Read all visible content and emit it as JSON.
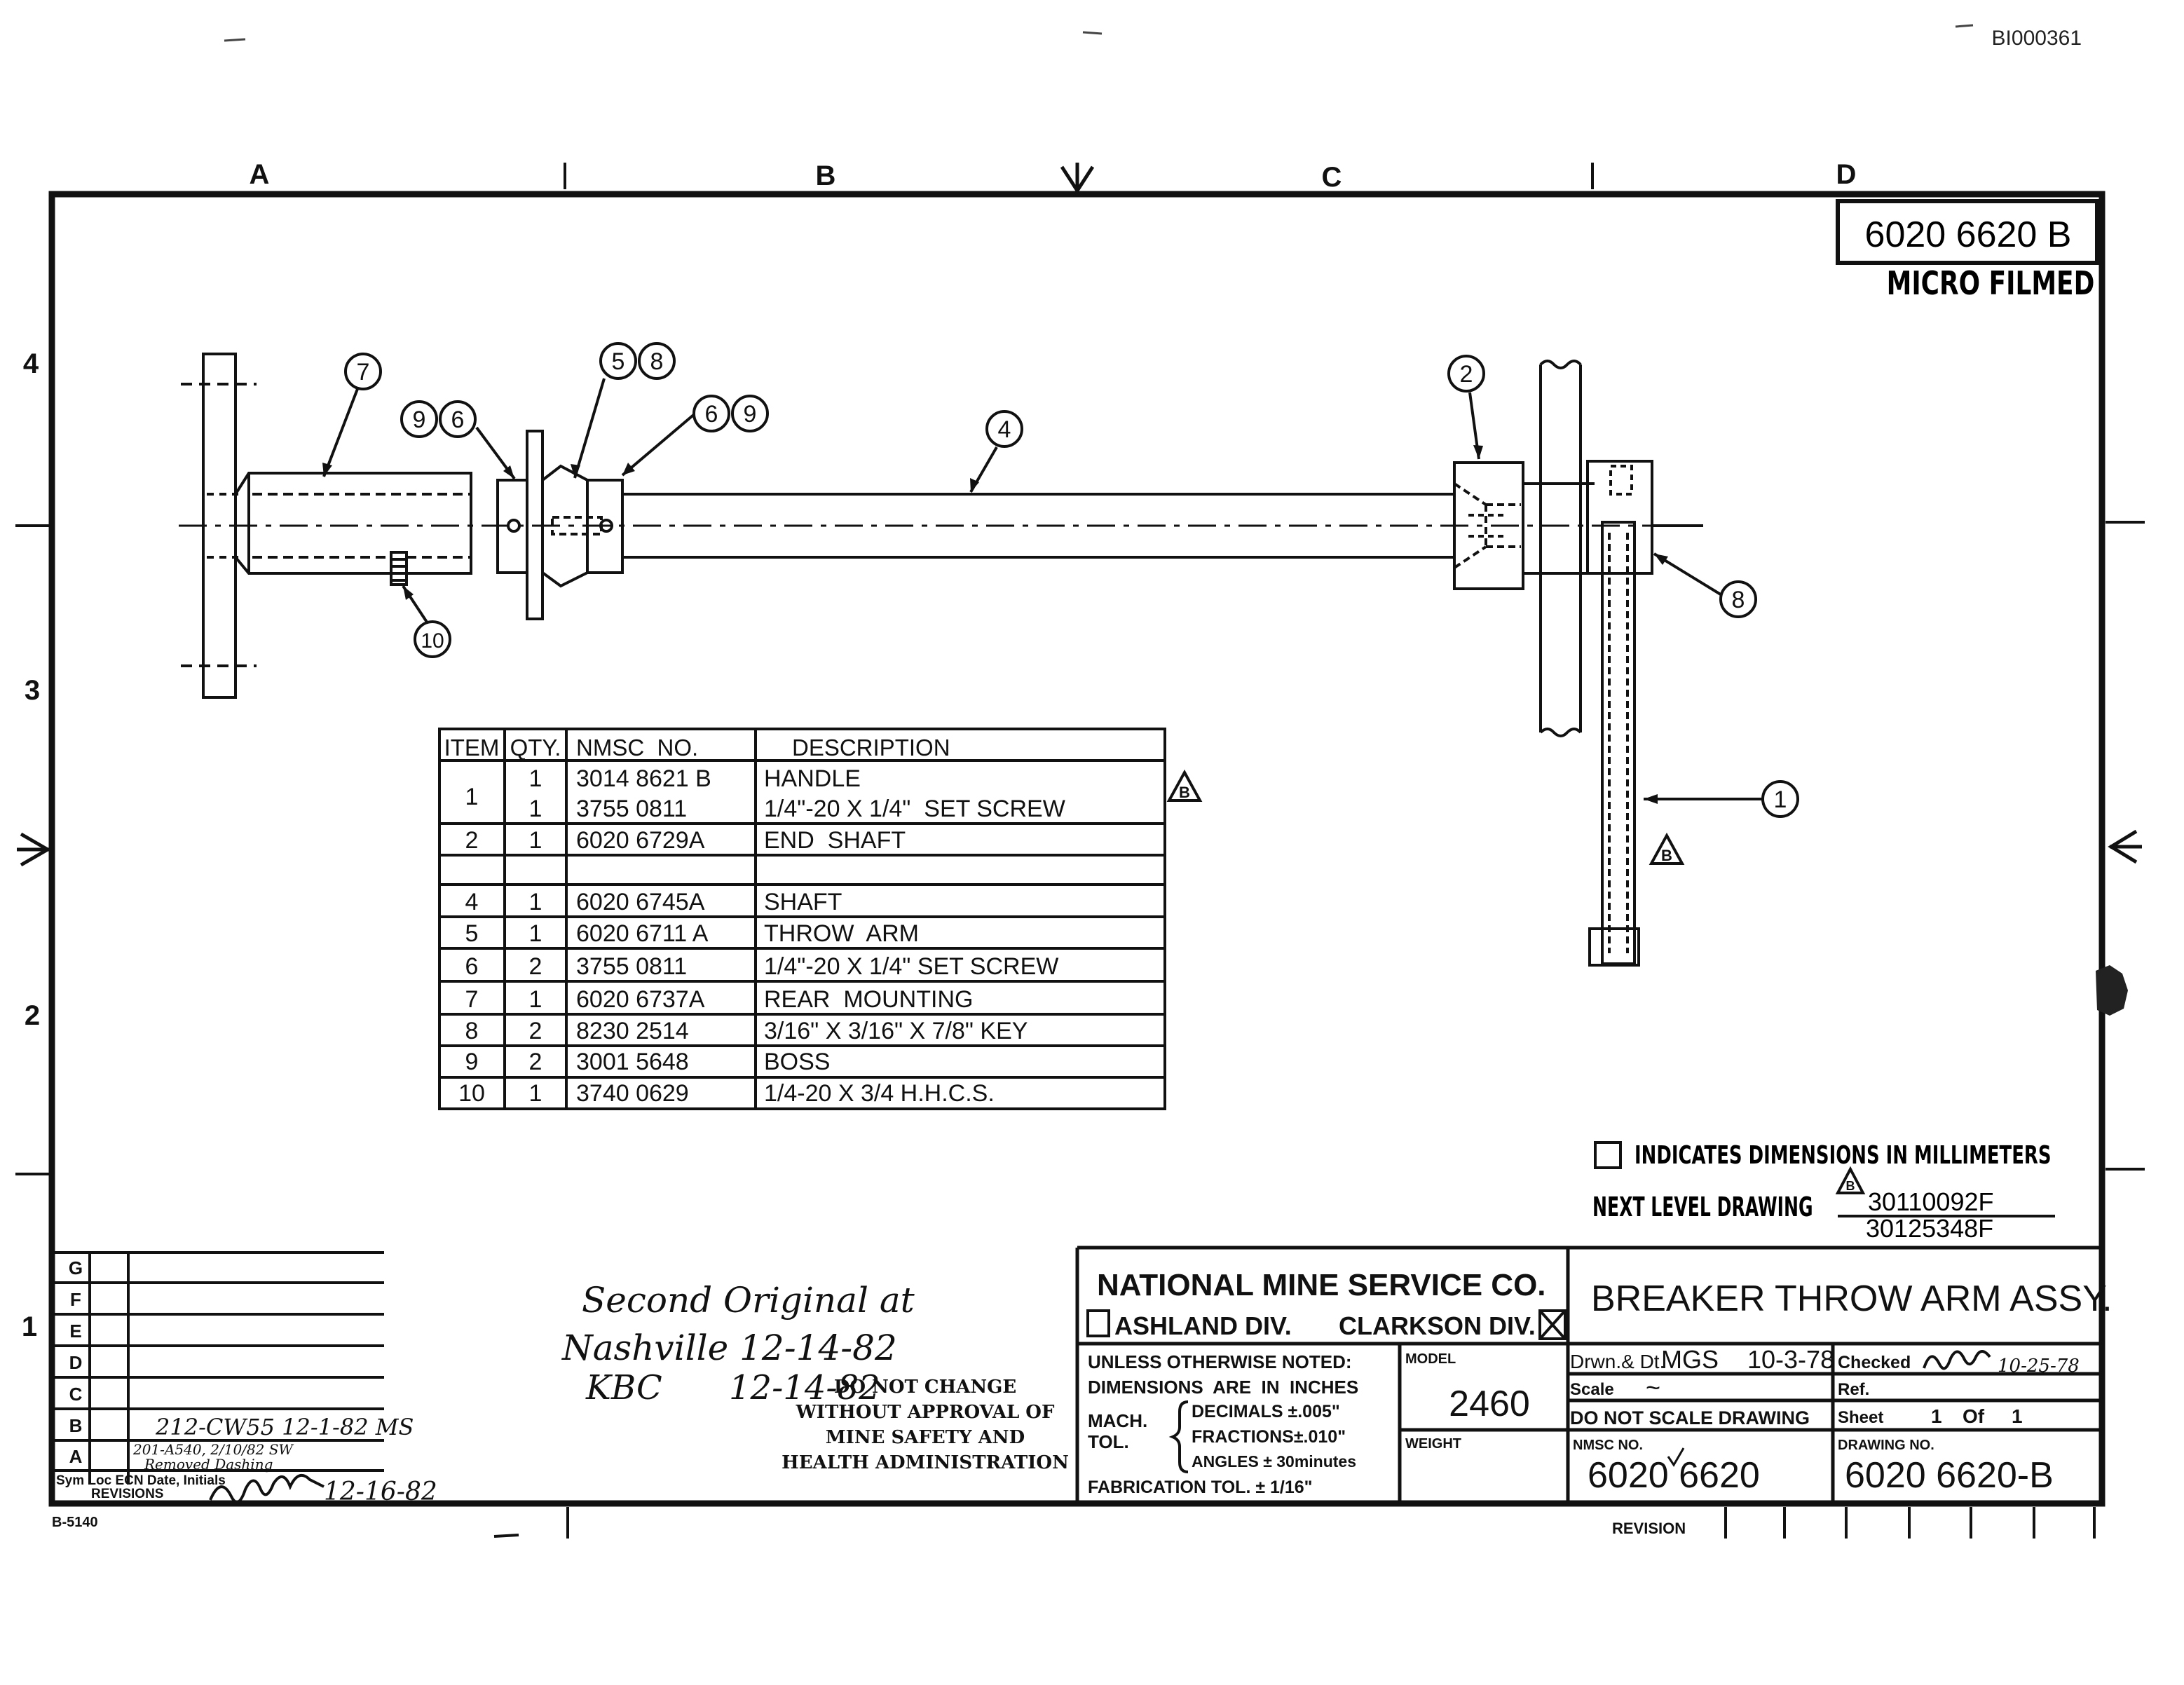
{
  "doc_id": "BI000361",
  "zones": {
    "cols": [
      "A",
      "B",
      "C",
      "D"
    ],
    "rows": [
      "4",
      "3",
      "2",
      "1"
    ]
  },
  "drawing_number_box": "6020 6620 B",
  "micro_filmed": "MICRO FILMED",
  "balloons": [
    "7",
    "9",
    "6",
    "5",
    "8",
    "6",
    "9",
    "4",
    "2",
    "8",
    "1",
    "10"
  ],
  "rev_markers": [
    "B",
    "B",
    "B"
  ],
  "bom": {
    "headers": [
      "ITEM",
      "QTY.",
      "NMSC  NO.",
      "DESCRIPTION"
    ],
    "rows": [
      {
        "item": "1",
        "qty": "1",
        "no": "3014 8621 B",
        "desc": "HANDLE"
      },
      {
        "item": "",
        "qty": "1",
        "no": "3755 0811",
        "desc": "1/4\"-20 X 1/4\"  SET SCREW"
      },
      {
        "item": "2",
        "qty": "1",
        "no": "6020 6729A",
        "desc": "END  SHAFT"
      },
      {
        "item": "",
        "qty": "",
        "no": "",
        "desc": ""
      },
      {
        "item": "4",
        "qty": "1",
        "no": "6020 6745A",
        "desc": "SHAFT"
      },
      {
        "item": "5",
        "qty": "1",
        "no": "6020 6711 A",
        "desc": "THROW  ARM"
      },
      {
        "item": "6",
        "qty": "2",
        "no": "3755 0811",
        "desc": "1/4\"-20 X 1/4\" SET SCREW"
      },
      {
        "item": "7",
        "qty": "1",
        "no": "6020 6737A",
        "desc": "REAR  MOUNTING"
      },
      {
        "item": "8",
        "qty": "2",
        "no": "8230 2514",
        "desc": "3/16\" X 3/16\" X 7/8\" KEY"
      },
      {
        "item": "9",
        "qty": "2",
        "no": "3001 5648",
        "desc": "BOSS"
      },
      {
        "item": "10",
        "qty": "1",
        "no": "3740 0629",
        "desc": "1/4-20 X 3/4 H.H.C.S."
      }
    ]
  },
  "notes": {
    "mm_note": "INDICATES DIMENSIONS IN MILLIMETERS",
    "next_level_label": "NEXT LEVEL DRAWING",
    "next_level_1": "30110092F",
    "next_level_2": "30125348F"
  },
  "revisions": {
    "letters": [
      "G",
      "F",
      "E",
      "D",
      "C",
      "B",
      "A"
    ],
    "rev_b": "212-CW55 12-1-82 MS",
    "rev_a_1": "201-A540, 2/10/82 SW",
    "rev_a_2": "Removed Dashing",
    "footer_1": "Sym Loc ECN Date, Initials",
    "footer_2": "REVISIONS",
    "footer_sig": "12-16-82",
    "form_no": "B-5140"
  },
  "handwritten": {
    "line1": "Second Original at",
    "line2": "Nashville 12-14-82",
    "line3_a": "KBC",
    "line3_b": "12-14-82"
  },
  "approval_note": {
    "line1": "DO NOT CHANGE",
    "line2": "WITHOUT APPROVAL OF",
    "line3": "MINE SAFETY AND",
    "line4": "HEALTH ADMINISTRATION"
  },
  "title_block": {
    "company": "NATIONAL MINE SERVICE CO.",
    "div_ashland": "ASHLAND DIV.",
    "div_clarkson": "CLARKSON DIV.",
    "title": "BREAKER THROW ARM ASSY.",
    "unless_1": "UNLESS OTHERWISE NOTED:",
    "unless_2": "DIMENSIONS  ARE  IN  INCHES",
    "mach": "MACH.",
    "tol": "TOL.",
    "decimals": "DECIMALS ±.005\"",
    "fractions": "FRACTIONS±.010\"",
    "angles": "ANGLES ± 30minutes",
    "fab_tol": "FABRICATION TOL. ± 1/16\"",
    "model_label": "MODEL",
    "model": "2460",
    "weight_label": "WEIGHT",
    "drawn_label": "Drwn.& Dt.",
    "drawn_by": "MGS",
    "drawn_date": "10-3-78",
    "checked_label": "Checked",
    "checked_date": "10-25-78",
    "scale_label": "Scale",
    "scale_value": "~",
    "ref_label": "Ref.",
    "dnsd": "DO NOT SCALE DRAWING",
    "sheet_label": "Sheet",
    "sheet": "1",
    "of_label": "Of",
    "of": "1",
    "nmsc_label": "NMSC NO.",
    "nmsc_no": "6020 6620",
    "drawing_label": "DRAWING NO.",
    "drawing_no": "6020 6620-B",
    "revision_label": "REVISION"
  }
}
